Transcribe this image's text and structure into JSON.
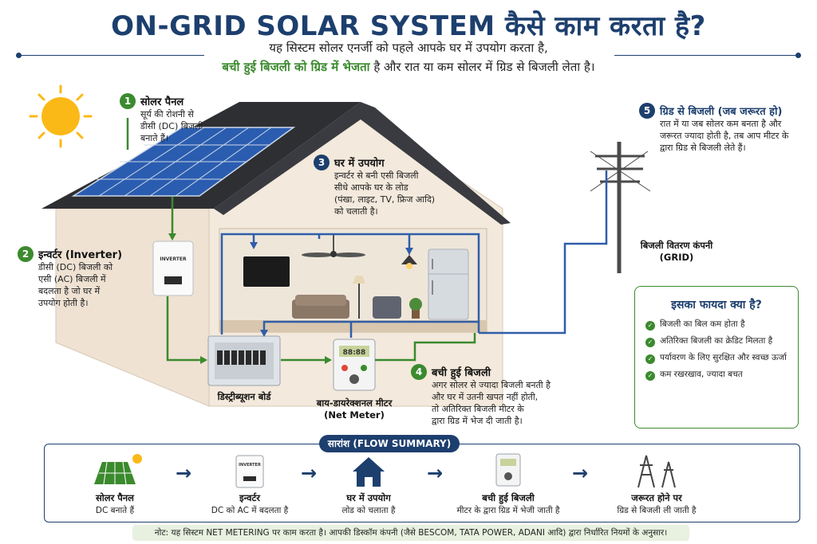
{
  "header": {
    "title_part1": "ON-GRID SOLAR SYSTEM",
    "title_part2": "कैसे काम करता है?",
    "subtitle_line1": "यह सिस्टम सोलर एनर्जी को पहले आपके घर में उपयोग करता है,",
    "subtitle_line2_highlight": "बची हुई बिजली को ग्रिड में भेजता",
    "subtitle_line2_rest": "है और रात या कम सोलर में ग्रिड से बिजली लेता है।"
  },
  "steps": [
    {
      "num": "1",
      "title": "सोलर पैनल",
      "text": [
        "सूर्य की रोशनी से",
        "डीसी (DC) बिजली",
        "बनाते हैं।"
      ]
    },
    {
      "num": "2",
      "title": "इन्वर्टर (Inverter)",
      "text": [
        "डीसी (DC) बिजली को",
        "एसी (AC) बिजली में",
        "बदलता है जो घर में",
        "उपयोग होती है।"
      ]
    },
    {
      "num": "3",
      "title": "घर में उपयोग",
      "text": [
        "इन्वर्टर से बनी एसी बिजली",
        "सीधे आपके घर के लोड",
        "(पंखा, लाइट, TV, फ्रिज आदि)",
        "को चलाती है।"
      ]
    },
    {
      "num": "4",
      "title": "बची हुई बिजली",
      "text": [
        "अगर सोलर से ज्यादा बिजली बनती है",
        "और घर में उतनी खपत नहीं होती,",
        "तो अतिरिक्त बिजली मीटर के",
        "द्वारा ग्रिड में भेज दी जाती है।"
      ]
    },
    {
      "num": "5",
      "title": "ग्रिड से बिजली (जब जरूरत हो)",
      "text": [
        "रात में या जब सोलर कम बनता है और",
        "जरूरत ज्यादा होती है, तब आप मीटर के",
        "द्वारा ग्रिड से बिजली लेते हैं।"
      ]
    }
  ],
  "labels": {
    "inverter_device": "INVERTER",
    "distribution_board": "डिस्ट्रीब्यूशन बोर्ड",
    "net_meter_line1": "बाय-डायरेक्शनल मीटर",
    "net_meter_line2": "(Net Meter)",
    "grid_line1": "बिजली वितरण कंपनी",
    "grid_line2": "(GRID)"
  },
  "benefits": {
    "title": "इसका फायदा क्या है?",
    "items": [
      "बिजली का बिल कम होता है",
      "अतिरिक्त बिजली का क्रेडिट मिलता है",
      "पर्यावरण के लिए सुरक्षित और स्वच्छ ऊर्जा",
      "कम रखरखाव, ज्यादा बचत"
    ]
  },
  "summary": {
    "tag": "सारांश (FLOW SUMMARY)",
    "items": [
      {
        "title": "सोलर पैनल",
        "text": "DC बनाते हैं"
      },
      {
        "title": "इन्वर्टर",
        "text": "DC को AC में बदलता है"
      },
      {
        "title": "घर में उपयोग",
        "text": "लोड को चलाता है"
      },
      {
        "title": "बची हुई बिजली",
        "text": "मीटर के द्वारा ग्रिड में भेजी जाती है"
      },
      {
        "title": "जरूरत होने पर",
        "text": "ग्रिड से बिजली ली जाती है"
      }
    ],
    "inverter_icon_label": "INVERTER"
  },
  "note": "नोट: यह सिस्टम NET METERING पर काम करता है। आपकी डिस्कॉम कंपनी (जैसे BESCOM, TATA POWER, ADANI आदि) द्वारा निर्धारित नियमों के अनुसार।",
  "meter_display": "88:88",
  "colors": {
    "navy": "#1d3f6e",
    "green": "#3b8a2e",
    "panel": "#2a5db0",
    "wall": "#f1e6d8"
  }
}
